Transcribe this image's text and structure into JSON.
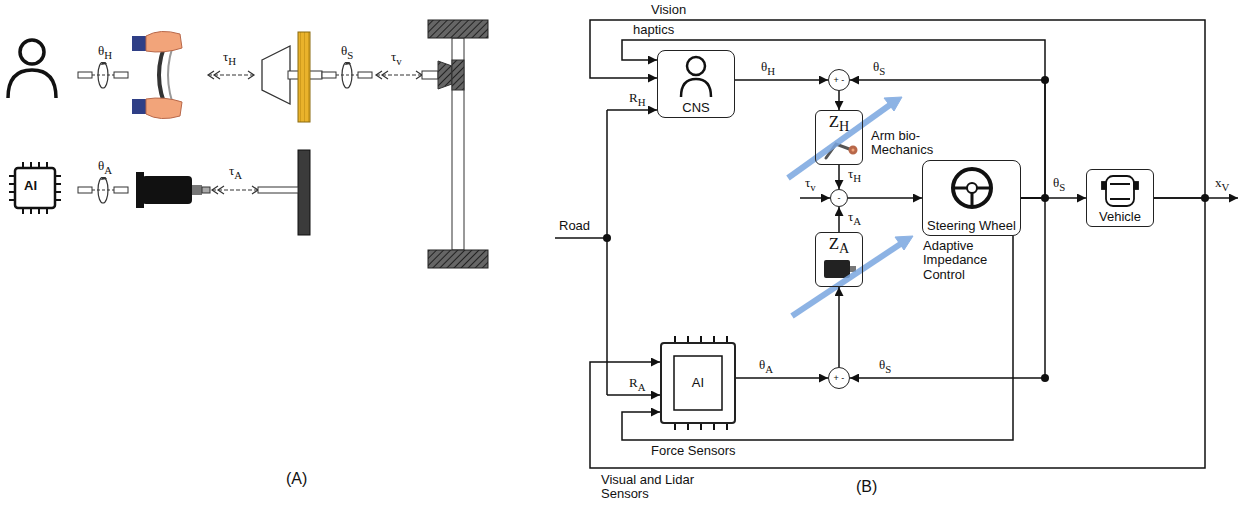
{
  "diagram": {
    "nodes": [
      {
        "text": [
          "CNS"
        ]
      },
      {
        "text": [
          "+ -"
        ]
      },
      {
        "text": [
          "ZH",
          "Arm bio-Mechanics"
        ]
      },
      {
        "text": [
          "-"
        ]
      },
      {
        "text": [
          "Steering Wheel"
        ]
      },
      {
        "text": [
          "Vehicle"
        ]
      },
      {
        "text": [
          "ZA",
          "Adaptive Impedance Control"
        ]
      },
      {
        "text": [
          "AI"
        ]
      },
      {
        "text": [
          "+ -"
        ]
      }
    ],
    "edges": [
      {
        "from": 0,
        "to": 1,
        "arrow": "to",
        "label": "θH"
      },
      {
        "from": 4,
        "to": 1,
        "arrow": "to",
        "label": "θS"
      },
      {
        "from": 1,
        "to": 2,
        "arrow": "to"
      },
      {
        "from": 2,
        "to": 3,
        "arrow": "to",
        "label": "τH"
      },
      {
        "from": 6,
        "to": 3,
        "arrow": "to",
        "label": "τA"
      },
      {
        "from": 3,
        "to": 4,
        "arrow": "to"
      },
      {
        "from": 4,
        "to": 5,
        "arrow": "to",
        "label": "θS"
      },
      {
        "from": 7,
        "to": 8,
        "arrow": "to",
        "label": "θA"
      },
      {
        "from": 4,
        "to": 8,
        "arrow": "to",
        "label": "θS"
      },
      {
        "from": 8,
        "to": 6,
        "arrow": "to"
      },
      {
        "from": 4,
        "to": 0,
        "arrow": "to",
        "label": "haptics"
      },
      {
        "from": 5,
        "to": 0,
        "arrow": "to",
        "label": "Vision"
      },
      {
        "from": 5,
        "to": 7,
        "arrow": "to",
        "label": "Visual and Lidar Sensors"
      },
      {
        "from": 4,
        "to": 7,
        "arrow": "to",
        "label": "Force Sensors"
      }
    ],
    "labels": [
      "θH",
      "τH",
      "θS",
      "τv",
      "AI",
      "θA",
      "τA",
      "(A)",
      "Road",
      "RH",
      "RA",
      "τv",
      "xV",
      "(B)"
    ]
  }
}
